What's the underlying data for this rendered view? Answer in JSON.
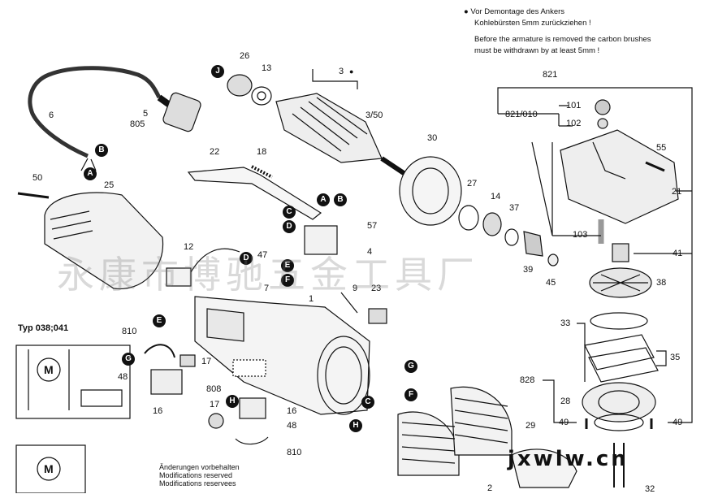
{
  "notes": {
    "dot_symbol": "●",
    "de_line1": "Vor Demontage des Ankers",
    "de_line2": "Kohlebürsten 5mm zurückziehen !",
    "en_line1": "Before the armature is removed the carbon brushes",
    "en_line2": "must be withdrawn by at least 5mm !"
  },
  "type_label": "Typ 038;041",
  "footer": [
    "Änderungen vorbehalten",
    "Modifications reserved",
    "Modifications reservees"
  ],
  "watermark": "永康市博驰五金工具厂",
  "website": "jxwlw.cn",
  "part_numbers": {
    "p821": "821",
    "p821_010": "821/010",
    "p101": "101",
    "p102": "102",
    "p103": "103",
    "p55": "55",
    "p21": "21",
    "p41": "41",
    "p38": "38",
    "p33": "33",
    "p35": "35",
    "p828": "828",
    "p28": "28",
    "p49a": "49",
    "p49b": "49",
    "p32": "32",
    "p29": "29",
    "p2": "2",
    "p3": "3",
    "p3_50": "3/50",
    "p26": "26",
    "p13": "13",
    "p30": "30",
    "p27": "27",
    "p14": "14",
    "p37": "37",
    "p39": "39",
    "p45": "45",
    "p22": "22",
    "p18": "18",
    "p57": "57",
    "p4": "4",
    "p47": "47",
    "p12": "12",
    "p7": "7",
    "p9": "9",
    "p23": "23",
    "p1": "1",
    "p50": "50",
    "p25": "25",
    "p6": "6",
    "p5_805": "5\n805",
    "p5": "5",
    "p805": "805",
    "p810a": "810",
    "p48a": "48",
    "p16a": "16",
    "p17a": "17",
    "p808": "808",
    "p17b": "17",
    "p16b": "16",
    "p48b": "48",
    "p810b": "810"
  },
  "connector_refs": {
    "J": "J",
    "A1": "A",
    "B1": "B",
    "A2": "A",
    "B2": "B",
    "C1": "C",
    "D1": "D",
    "D2": "D",
    "E1": "E",
    "F1": "F",
    "E2": "E",
    "G1": "G",
    "H1": "H",
    "G2": "G",
    "F2": "F",
    "C2": "C",
    "H2": "H"
  },
  "motor_symbol": "M"
}
